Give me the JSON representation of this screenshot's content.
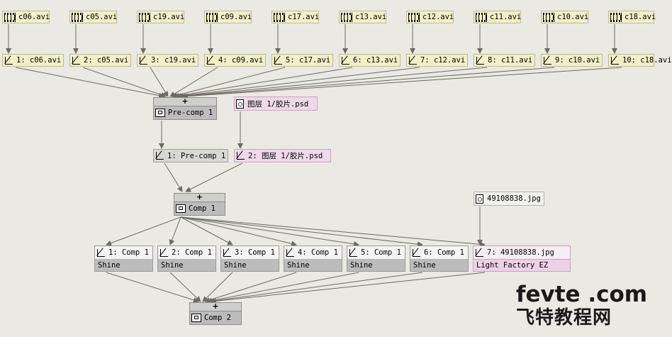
{
  "sources": [
    "c06.avi",
    "c05.avi",
    "c19.avi",
    "c09.avi",
    "c17.avi",
    "c13.avi",
    "c12.avi",
    "c11.avi",
    "c10.avi",
    "c18.avi"
  ],
  "avi_layers": [
    "1: c06.avi",
    "2: c05.avi",
    "3: c19.avi",
    "4: c09.avi",
    "5: c17.avi",
    "6: c13.avi",
    "7: c12.avi",
    "8: c11.avi",
    "9: c10.avi",
    "10: c18.avi"
  ],
  "precomp": {
    "name": "Pre-comp 1",
    "plus": "+",
    "psd_source": "图层 1/胶片.psd",
    "layer1": "1: Pre-comp 1",
    "layer2": "2: 图层 1/胶片.psd"
  },
  "comp1": {
    "name": "Comp 1",
    "plus": "+",
    "jpg_source": "49108838.jpg",
    "layers": [
      {
        "label": "1: Comp 1",
        "effect": "Shine"
      },
      {
        "label": "2: Comp 1",
        "effect": "Shine"
      },
      {
        "label": "3: Comp 1",
        "effect": "Shine"
      },
      {
        "label": "4: Comp 1",
        "effect": "Shine"
      },
      {
        "label": "5: Comp 1",
        "effect": "Shine"
      },
      {
        "label": "6: Comp 1",
        "effect": "Shine"
      },
      {
        "label": "7: 49108838.jpg",
        "effect": "Light Factory EZ"
      }
    ]
  },
  "comp2": {
    "name": "Comp 2",
    "plus": "+"
  },
  "watermark": {
    "top": "fevte .com",
    "bottom": "飞特教程网"
  },
  "colors": {
    "canvas": "#ebe9e4",
    "footage_node": "#f2f0c8",
    "psd_node": "#efd8ea",
    "comp_node": "#bcbcbc",
    "link_line": "#6e6a5e"
  }
}
